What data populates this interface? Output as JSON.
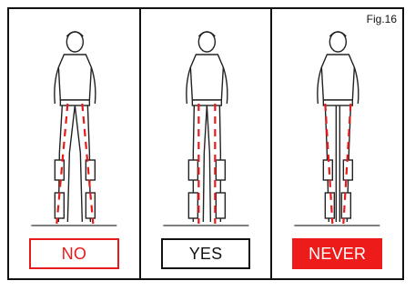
{
  "figure": {
    "label": "Fig.16",
    "panels": [
      {
        "verdict": "NO",
        "verdict_color": "#e61b1b",
        "stance": "legs-splayed-outward"
      },
      {
        "verdict": "YES",
        "verdict_color": "#111111",
        "stance": "legs-vertical"
      },
      {
        "verdict": "NEVER",
        "verdict_color": "#ee1b1b",
        "stance": "legs-splayed-inward"
      }
    ],
    "guide_line_color": "#e61b1b"
  }
}
